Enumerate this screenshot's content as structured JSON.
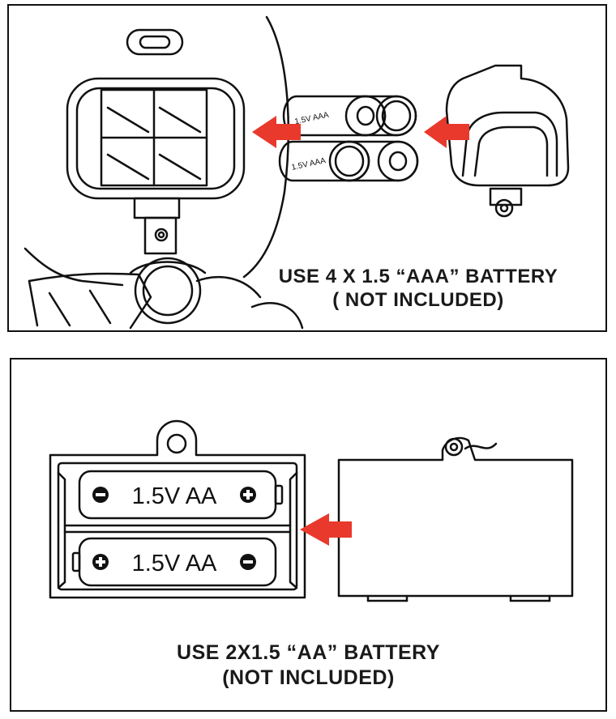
{
  "top_panel": {
    "battery_label": "1.5V AAA",
    "caption_line1": "USE 4 X 1.5 “AAA” BATTERY",
    "caption_line2": "( NOT INCLUDED)"
  },
  "bottom_panel": {
    "battery_label": "1.5V AA",
    "caption_line1": "USE 2X1.5 “AA” BATTERY",
    "caption_line2": "(NOT INCLUDED)"
  },
  "colors": {
    "arrow": "#e8392c",
    "line": "#111111"
  },
  "icons": [
    "insert-arrow-icon",
    "minus-terminal-icon",
    "plus-terminal-icon",
    "screw-icon"
  ]
}
